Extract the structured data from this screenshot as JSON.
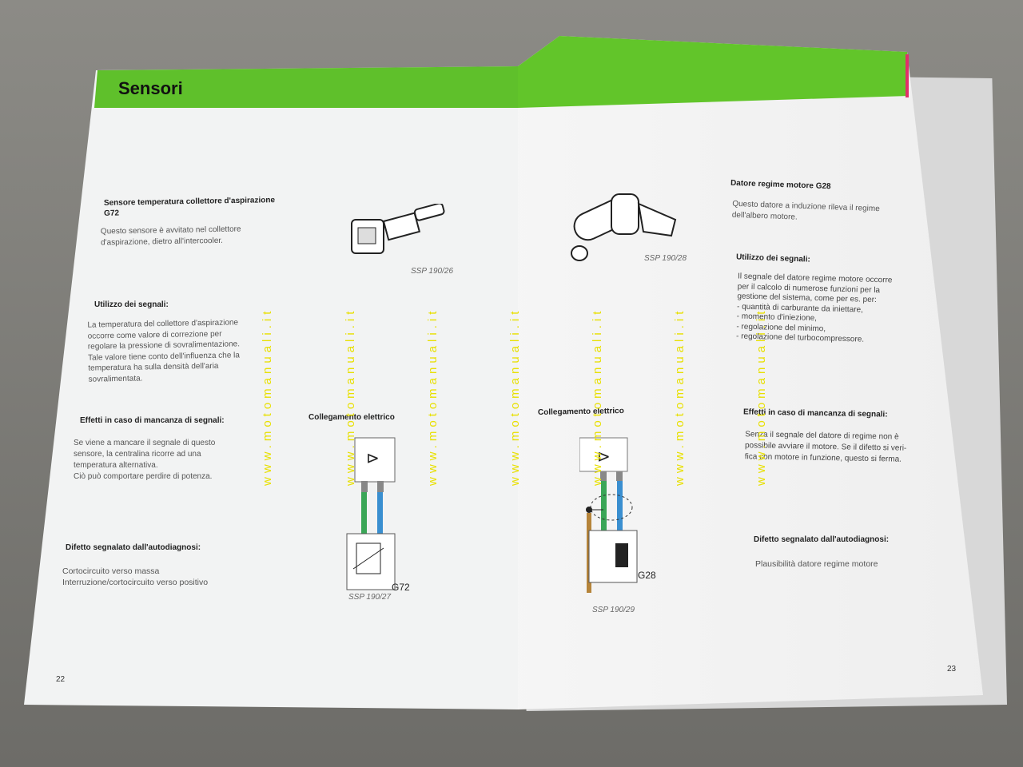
{
  "left_page": {
    "title": "Sensori",
    "sensor_heading": "Sensore temperatura collettore d'aspirazione\nG72",
    "sensor_text": "Questo sensore è avvitato nel collettore\nd'aspirazione, dietro all'intercooler.",
    "figure1_caption": "SSP 190/26",
    "usage_heading": "Utilizzo dei segnali:",
    "usage_text": "La temperatura del collettore d'aspirazione\noccorre come valore di correzione per\nregolare la pressione di sovralimentazione.\nTale valore tiene conto dell'influenza che la\ntemperatura ha sulla densità dell'aria\nsovralimentata.",
    "effects_heading": "Effetti in caso di mancanza di segnali:",
    "effects_text": "Se viene a mancare il segnale di questo\nsensore, la centralina ricorre ad una\ntemperatura alternativa.\nCiò può comportare perdire di potenza.",
    "wiring_heading": "Collegamento elettrico",
    "component_label": "G72",
    "figure2_caption": "SSP 190/27",
    "fault_heading": "Difetto segnalato dall'autodiagnosi:",
    "fault_text": "Cortocircuito verso massa\nInterruzione/cortocircuito verso positivo",
    "page_number": "22"
  },
  "right_page": {
    "sensor_heading": "Datore regime motore G28",
    "sensor_text": "Questo datore a induzione rileva il regime\ndell'albero motore.",
    "figure1_caption": "SSP 190/28",
    "usage_heading": "Utilizzo dei segnali:",
    "usage_text": "Il segnale del datore regime motore occorre\nper il calcolo di numerose funzioni per la\ngestione del sistema, come per es. per:\n-  quantità di carburante da iniettare,\n-  momento d'iniezione,\n-  regolazione del minimo,\n-  regolazione del turbocompressore.",
    "effects_heading": "Effetti in caso di mancanza di segnali:",
    "effects_text": "Senza il segnale del datore di regime non è\npossibile avviare il motore. Se il difetto si veri-\nfica con motore in funzione, questo si ferma.",
    "wiring_heading": "Collegamento elettrico",
    "component_label": "G28",
    "figure2_caption": "SSP 190/29",
    "fault_heading": "Difetto segnalato dall'autodiagnosi:",
    "fault_text": "Plausibilità datore regime motore",
    "page_number": "23"
  },
  "watermark": "www.motomanuali.it",
  "colors": {
    "band": "#5fc02b",
    "wire_green": "#3aa657",
    "wire_blue": "#3a8fd0",
    "wire_brown": "#b5843a",
    "watermark": "#e8e000"
  }
}
